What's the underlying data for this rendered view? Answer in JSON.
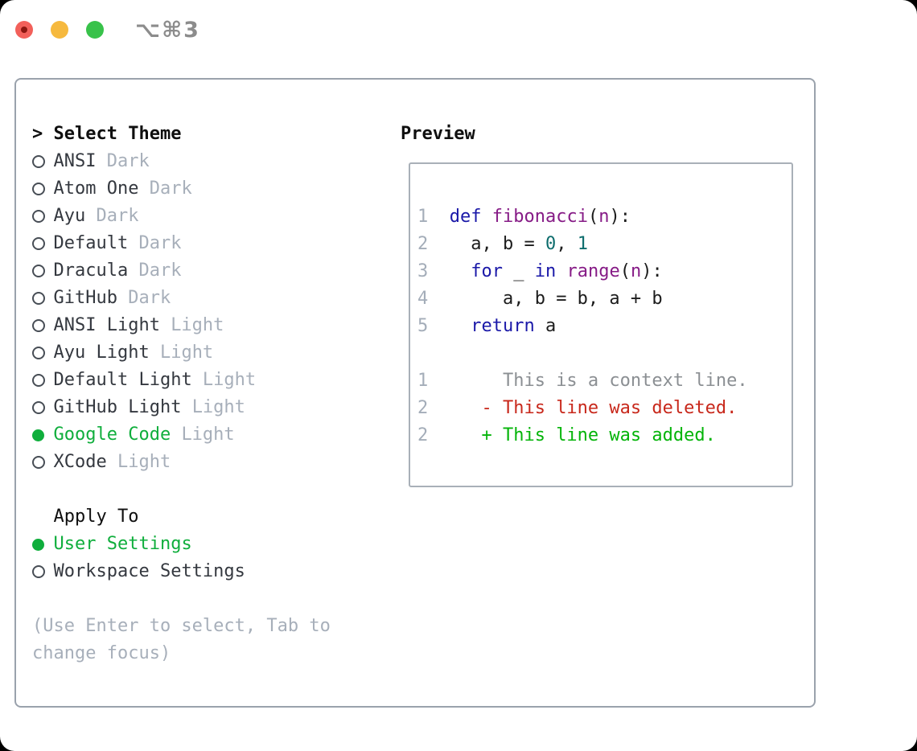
{
  "titlebar": {
    "title": "⌥⌘3"
  },
  "theme_panel": {
    "header": {
      "prompt": ">",
      "label": "Select Theme"
    },
    "themes": [
      {
        "name": "ANSI",
        "variant": "Dark",
        "selected": false
      },
      {
        "name": "Atom One",
        "variant": "Dark",
        "selected": false
      },
      {
        "name": "Ayu",
        "variant": "Dark",
        "selected": false
      },
      {
        "name": "Default",
        "variant": "Dark",
        "selected": false
      },
      {
        "name": "Dracula",
        "variant": "Dark",
        "selected": false
      },
      {
        "name": "GitHub",
        "variant": "Dark",
        "selected": false
      },
      {
        "name": "ANSI Light",
        "variant": "Light",
        "selected": false
      },
      {
        "name": "Ayu Light",
        "variant": "Light",
        "selected": false
      },
      {
        "name": "Default Light",
        "variant": "Light",
        "selected": false
      },
      {
        "name": "GitHub Light",
        "variant": "Light",
        "selected": false
      },
      {
        "name": "Google Code",
        "variant": "Light",
        "selected": true
      },
      {
        "name": "XCode",
        "variant": "Light",
        "selected": false
      }
    ],
    "apply_to": {
      "label": "Apply To",
      "options": [
        {
          "name": "User Settings",
          "selected": true
        },
        {
          "name": "Workspace Settings",
          "selected": false
        }
      ]
    },
    "help": "(Use Enter to select, Tab to change focus)"
  },
  "preview": {
    "label": "Preview",
    "lines": [
      [
        {
          "c": "lno",
          "t": "1"
        },
        {
          "c": "pln",
          "t": "  "
        },
        {
          "c": "kwd",
          "t": "def"
        },
        {
          "c": "pln",
          "t": " "
        },
        {
          "c": "fun",
          "t": "fibonacci"
        },
        {
          "c": "pln",
          "t": "("
        },
        {
          "c": "fun",
          "t": "n"
        },
        {
          "c": "pln",
          "t": "):"
        }
      ],
      [
        {
          "c": "lno",
          "t": "2"
        },
        {
          "c": "pln",
          "t": "    a, b = "
        },
        {
          "c": "num",
          "t": "0"
        },
        {
          "c": "pln",
          "t": ", "
        },
        {
          "c": "num",
          "t": "1"
        }
      ],
      [
        {
          "c": "lno",
          "t": "3"
        },
        {
          "c": "pln",
          "t": "    "
        },
        {
          "c": "kwd",
          "t": "for"
        },
        {
          "c": "pln",
          "t": " _ "
        },
        {
          "c": "kwd",
          "t": "in"
        },
        {
          "c": "pln",
          "t": " "
        },
        {
          "c": "fun",
          "t": "range"
        },
        {
          "c": "pln",
          "t": "("
        },
        {
          "c": "fun",
          "t": "n"
        },
        {
          "c": "pln",
          "t": "):"
        }
      ],
      [
        {
          "c": "lno",
          "t": "4"
        },
        {
          "c": "pln",
          "t": "       a, b = b, a + b"
        }
      ],
      [
        {
          "c": "lno",
          "t": "5"
        },
        {
          "c": "pln",
          "t": "    "
        },
        {
          "c": "kwd",
          "t": "return"
        },
        {
          "c": "pln",
          "t": " a"
        }
      ],
      [],
      [
        {
          "c": "lno",
          "t": "1"
        },
        {
          "c": "ctx",
          "t": "       This is a context line."
        }
      ],
      [
        {
          "c": "lno",
          "t": "2"
        },
        {
          "c": "del",
          "t": "     - This line was deleted."
        }
      ],
      [
        {
          "c": "lno",
          "t": "2"
        },
        {
          "c": "add",
          "t": "     + This line was added."
        }
      ]
    ]
  },
  "colors": {
    "window_bg": "#ffffff",
    "panel_border": "#9aa2ac",
    "preview_border": "#a9b0b8",
    "traffic_red": "#f2605a",
    "traffic_red_dot": "#8c1710",
    "traffic_yellow": "#f6b93e",
    "traffic_green": "#38c24a",
    "titlebar_text": "#8c8c8c",
    "text_header": "#0f0f0f",
    "text_primary": "#34383f",
    "text_muted": "#a7afba",
    "radio_border": "#474d55",
    "selected_green": "#0fae3c",
    "tok_lno": "#a4adb9",
    "tok_pln": "#1c1c1c",
    "tok_kwd": "#1a18a8",
    "tok_fun": "#861b86",
    "tok_num": "#0e6d6d",
    "tok_ctx": "#8b8f93",
    "tok_del": "#c8281b",
    "tok_add": "#04b409"
  }
}
